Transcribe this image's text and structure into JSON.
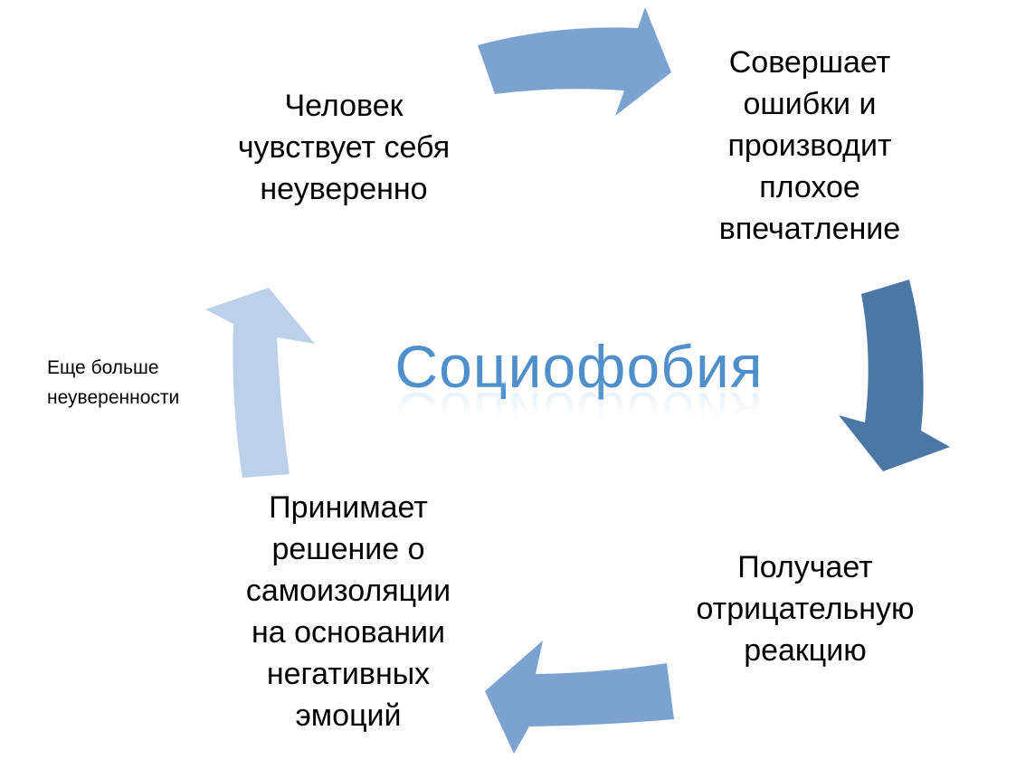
{
  "diagram": {
    "center_title": "Социофобия",
    "nodes": {
      "top_left": [
        "Человек",
        "чувствует себя",
        "неуверенно"
      ],
      "top_right": [
        "Совершает",
        "ошибки и",
        "производит",
        "плохое",
        "впечатление"
      ],
      "bottom_right": [
        "Получает",
        "отрицательную",
        "реакцию"
      ],
      "bottom_left": [
        "Принимает",
        "решение о",
        "самоизоляции",
        "на основании",
        "негативных",
        "эмоций"
      ]
    },
    "side_note": [
      "Еще больше",
      "неуверенности"
    ]
  },
  "colors": {
    "arrow_top": "#7ca3cf",
    "arrow_right": "#4a77a3",
    "arrow_bottom": "#7ca3cf",
    "arrow_left": "#bdd0ea",
    "title_color": "#4f8fcc"
  }
}
